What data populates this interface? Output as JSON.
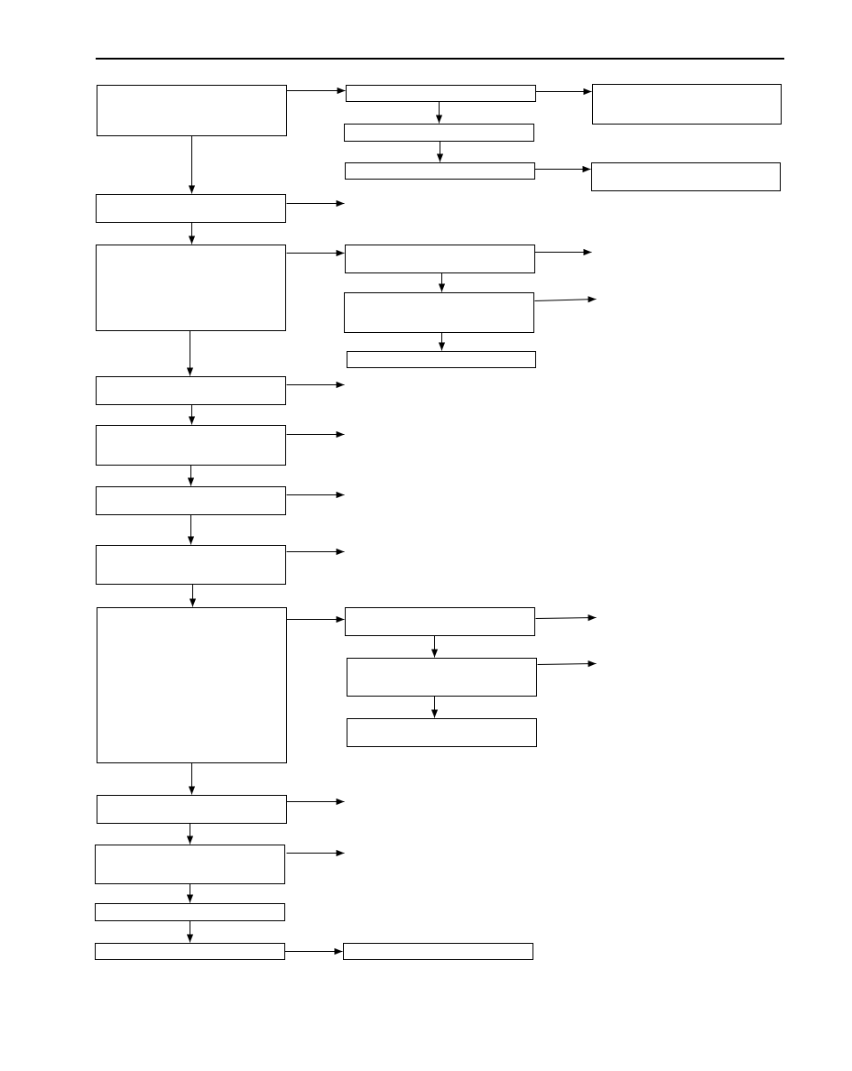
{
  "page": {
    "title": ""
  },
  "diagram": {
    "colors": {
      "line": "#000000",
      "background": "#ffffff"
    },
    "boxes": [
      {
        "id": "m1",
        "text": ""
      },
      {
        "id": "m2",
        "text": ""
      },
      {
        "id": "m3",
        "text": ""
      },
      {
        "id": "m4",
        "text": ""
      },
      {
        "id": "m5",
        "text": ""
      },
      {
        "id": "m6",
        "text": ""
      },
      {
        "id": "m7",
        "text": ""
      },
      {
        "id": "m8",
        "text": ""
      },
      {
        "id": "m9",
        "text": ""
      },
      {
        "id": "m10",
        "text": ""
      },
      {
        "id": "m11",
        "text": ""
      },
      {
        "id": "m12",
        "text": ""
      },
      {
        "id": "b1",
        "text": ""
      },
      {
        "id": "b2",
        "text": ""
      },
      {
        "id": "b3",
        "text": ""
      },
      {
        "id": "b4",
        "text": ""
      },
      {
        "id": "b5",
        "text": ""
      },
      {
        "id": "b6",
        "text": ""
      },
      {
        "id": "b7",
        "text": ""
      },
      {
        "id": "b8",
        "text": ""
      },
      {
        "id": "b9",
        "text": ""
      },
      {
        "id": "b10",
        "text": ""
      },
      {
        "id": "r1",
        "text": ""
      },
      {
        "id": "r2",
        "text": ""
      }
    ]
  }
}
